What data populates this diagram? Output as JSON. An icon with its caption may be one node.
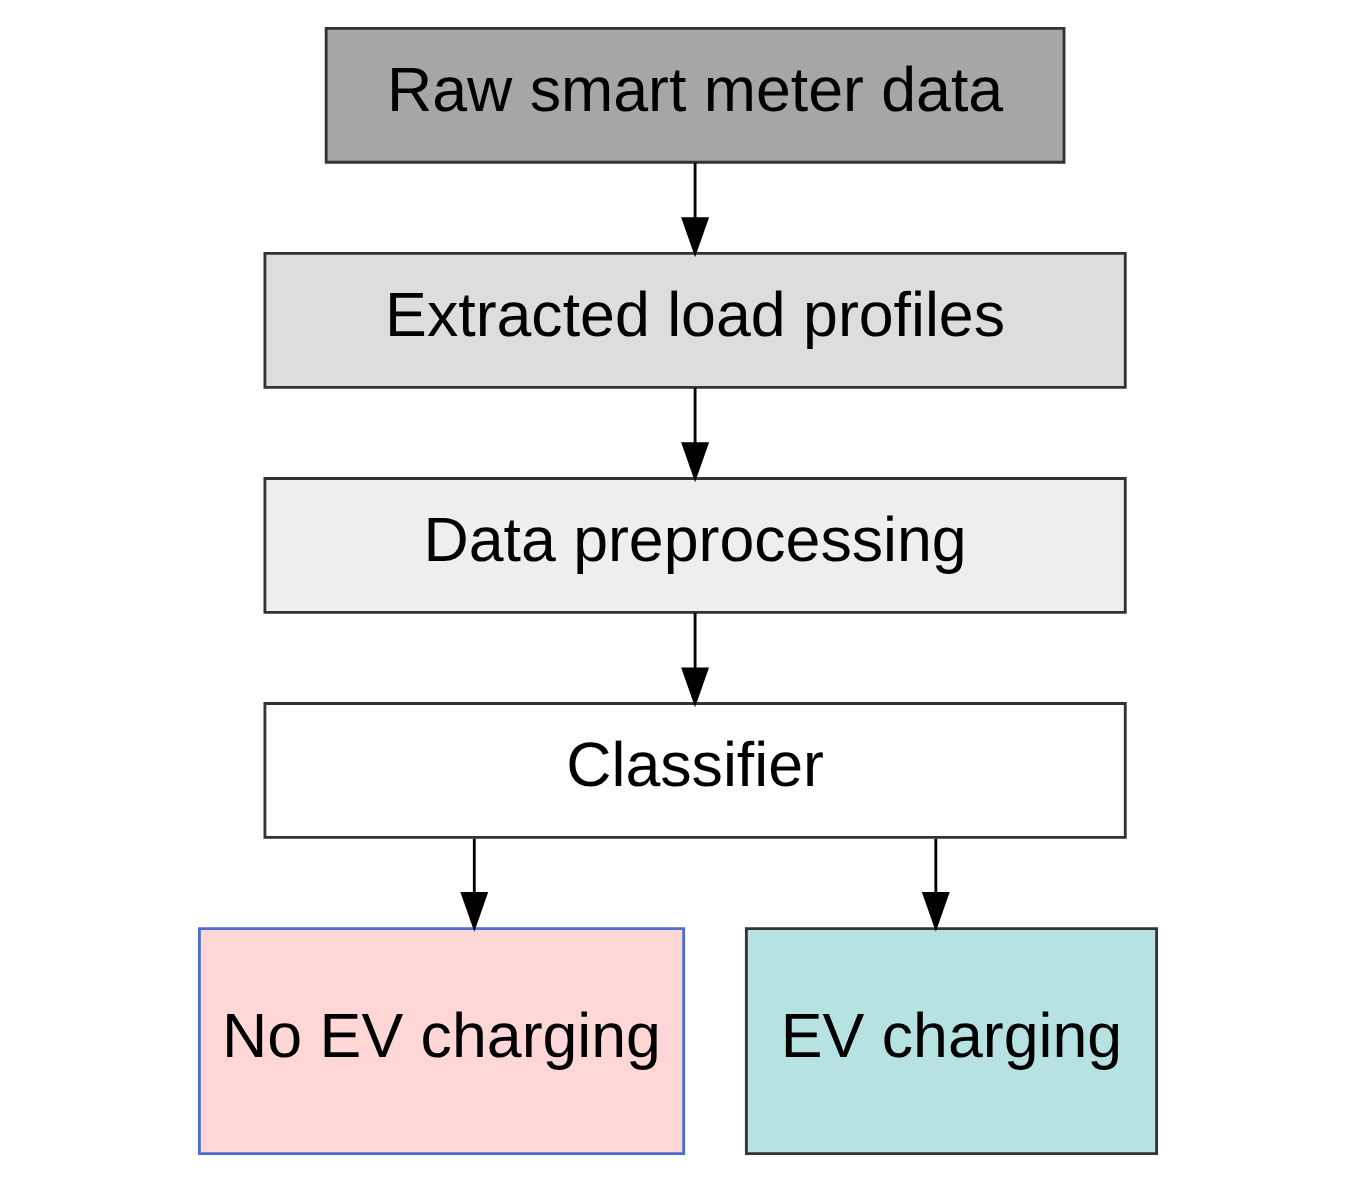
{
  "diagram": {
    "nodes": [
      {
        "text": [
          "Raw smart meter data"
        ]
      },
      {
        "text": [
          "Extracted load profiles"
        ]
      },
      {
        "text": [
          "Data preprocessing"
        ]
      },
      {
        "text": [
          "Classifier"
        ]
      },
      {
        "text": [
          "No EV charging"
        ]
      },
      {
        "text": [
          "EV charging"
        ]
      }
    ],
    "edges": [
      {
        "from": 0,
        "to": 1,
        "arrow": "to"
      },
      {
        "from": 1,
        "to": 2,
        "arrow": "to"
      },
      {
        "from": 2,
        "to": 3,
        "arrow": "to"
      },
      {
        "from": 3,
        "to": 4,
        "arrow": "to"
      },
      {
        "from": 3,
        "to": 5,
        "arrow": "to"
      }
    ]
  }
}
